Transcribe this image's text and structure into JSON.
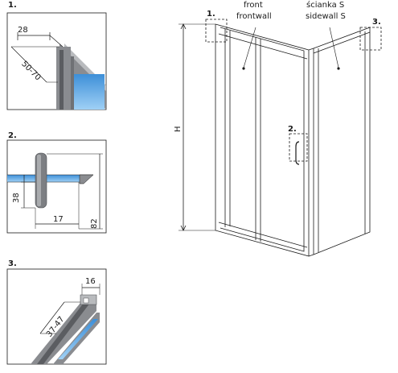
{
  "detail_1": {
    "number": "1.",
    "dim_top": "28",
    "dim_diag": "50-70"
  },
  "detail_2": {
    "number": "2.",
    "dim_left": "38",
    "dim_bottom": "17",
    "dim_right": "82"
  },
  "detail_3": {
    "number": "3.",
    "dim_top": "16",
    "dim_diag": "37-47"
  },
  "main": {
    "label_front_pl": "front",
    "label_front_en": "frontwall",
    "label_side_pl": "ścianka S",
    "label_side_en": "sidewall S",
    "height_label": "H",
    "marker_1": "1.",
    "marker_2": "2.",
    "marker_3": "3."
  },
  "colors": {
    "frame": "#8a8c90",
    "frame_dark": "#5b5d61",
    "glass": "#5aa9e6",
    "line": "#1a1a1a"
  }
}
